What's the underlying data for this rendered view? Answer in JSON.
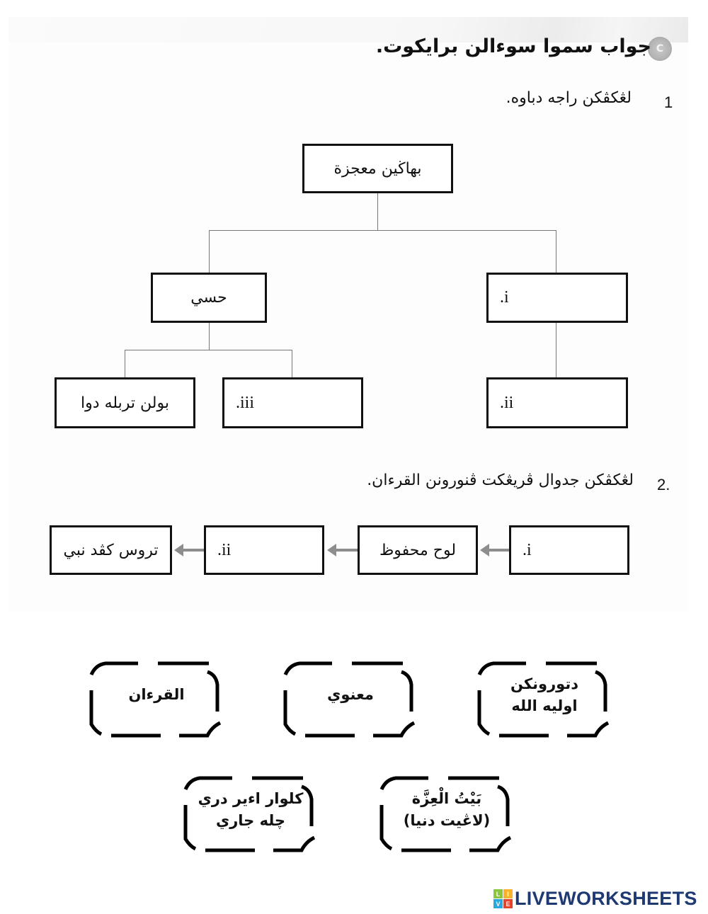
{
  "header": {
    "badge_letter": "C",
    "title": "جواب سموا سوءالن برايكوت."
  },
  "question1": {
    "number": "1",
    "instruction": "لڠكڤكن راجه دباوه.",
    "tree": {
      "root": "بهاڬين معجزة",
      "left_branch": "حسي",
      "right_branch": ".i",
      "left_children": [
        "بولن تربله دوا",
        ".iii"
      ],
      "right_child": ".ii"
    }
  },
  "question2": {
    "number": "2.",
    "instruction": "لڠكڤكن جدوال ڤريڠكت ڤنورونن القرءان.",
    "flow": [
      ".i",
      "لوح محفوظ",
      ".ii",
      "تروس كڤد نبي"
    ]
  },
  "answer_cards": [
    {
      "lines": [
        "دتورونكن",
        "اوليه الله"
      ]
    },
    {
      "lines": [
        "معنوي"
      ]
    },
    {
      "lines": [
        "القرءان"
      ]
    },
    {
      "lines": [
        "بَيْتُ الْعِزَّة",
        "(لاڠيت دنيا)"
      ]
    },
    {
      "lines": [
        "كلوار اءير دري",
        "چله جاري"
      ]
    }
  ],
  "footer": {
    "logo_tiles": [
      {
        "letter": "L",
        "color": "#8cc63f"
      },
      {
        "letter": "I",
        "color": "#f7b32b"
      },
      {
        "letter": "V",
        "color": "#29a8e0"
      },
      {
        "letter": "E",
        "color": "#e8412c"
      }
    ],
    "brand": "LIVEWORKSHEETS",
    "brand_color": "#1f3a73"
  }
}
